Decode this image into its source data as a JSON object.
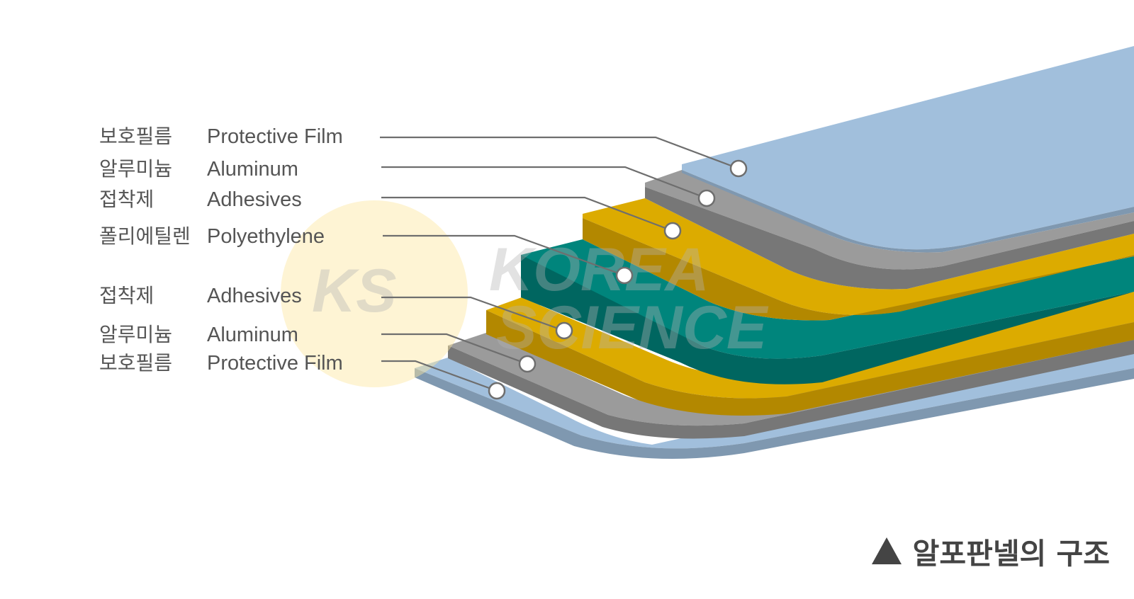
{
  "layers": [
    {
      "korean": "보호필름",
      "english": "Protective Film",
      "color": "#a1bfdc"
    },
    {
      "korean": "알루미늄",
      "english": "Aluminum",
      "color": "#9b9b9b"
    },
    {
      "korean": "접착제",
      "english": "Adhesives",
      "color": "#dcab00"
    },
    {
      "korean": "폴리에틸렌",
      "english": "Polyethylene",
      "color": "#00857c"
    },
    {
      "korean": "접착제",
      "english": "Adhesives",
      "color": "#dcab00"
    },
    {
      "korean": "알루미늄",
      "english": "Aluminum",
      "color": "#9b9b9b"
    },
    {
      "korean": "보호필름",
      "english": "Protective Film",
      "color": "#a1bfdc"
    }
  ],
  "caption": "알포판넬의 구조",
  "watermark": {
    "logo": "KS",
    "line1": "KOREA",
    "line2": "SCIENCE"
  }
}
